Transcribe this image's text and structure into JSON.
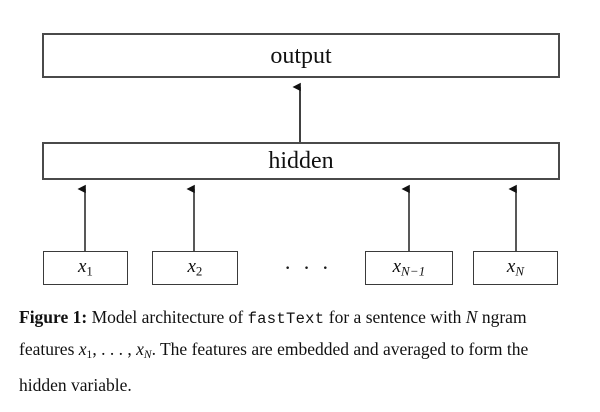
{
  "figure": {
    "output_layer": {
      "label": "output",
      "name": "output-layer"
    },
    "hidden_layer": {
      "label": "hidden",
      "name": "hidden-layer"
    },
    "ellipsis": "· · ·",
    "input_features": [
      {
        "id": "x1",
        "base": "x",
        "sub": "1"
      },
      {
        "id": "x2",
        "base": "x",
        "sub": "2"
      },
      {
        "id": "xn1",
        "base": "x",
        "sub": "N−1"
      },
      {
        "id": "xn",
        "base": "x",
        "sub": "N"
      }
    ],
    "arrows": {
      "hidden_to_output": "arrow-hidden-to-output",
      "inputs_to_hidden": [
        "arrow-x1-to-hidden",
        "arrow-x2-to-hidden",
        "arrow-xn1-to-hidden",
        "arrow-xn-to-hidden"
      ]
    },
    "colors": {
      "layer_border": "#4a4a4a",
      "feature_border": "#3a3a3a",
      "arrow": "#111111",
      "text": "#111111",
      "background": "#ffffff"
    }
  },
  "caption": {
    "figure_label": "Figure 1:",
    "part1": " Model architecture of ",
    "mono_term": "fastText",
    "part2": " for a sentence with ",
    "math_n": "N",
    "part3": " ngram features ",
    "math_x1_base": "x",
    "math_x1_sub": "1",
    "math_sep": ", . . . , ",
    "math_xn_base": "x",
    "math_xn_sub": "N",
    "part4": ". The features are embedded and averaged to form the hidden variable."
  }
}
